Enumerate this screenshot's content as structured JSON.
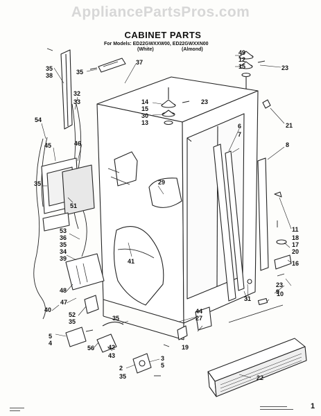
{
  "header": {
    "watermark": "AppliancePartsPros.com",
    "title": "CABINET PARTS",
    "models": "For Models: ED22GWXXW00, ED22GWXXN00",
    "variants": [
      "(White)",
      "(Almond)"
    ]
  },
  "footer": {
    "page_number": "1"
  },
  "callouts": [
    "35",
    "38",
    "35",
    "37",
    "32",
    "33",
    "54",
    "45",
    "46",
    "35",
    "51",
    "53",
    "36",
    "35",
    "34",
    "39",
    "48",
    "47",
    "40",
    "52",
    "35",
    "5",
    "4",
    "56",
    "35",
    "42",
    "43",
    "2",
    "35",
    "3",
    "5",
    "22",
    "19",
    "44",
    "27",
    "29",
    "41",
    "14",
    "15",
    "30",
    "13",
    "23",
    "49",
    "12",
    "15",
    "23",
    "21",
    "6",
    "7",
    "8",
    "11",
    "18",
    "17",
    "20",
    "16",
    "23",
    "9",
    "31",
    "10"
  ]
}
